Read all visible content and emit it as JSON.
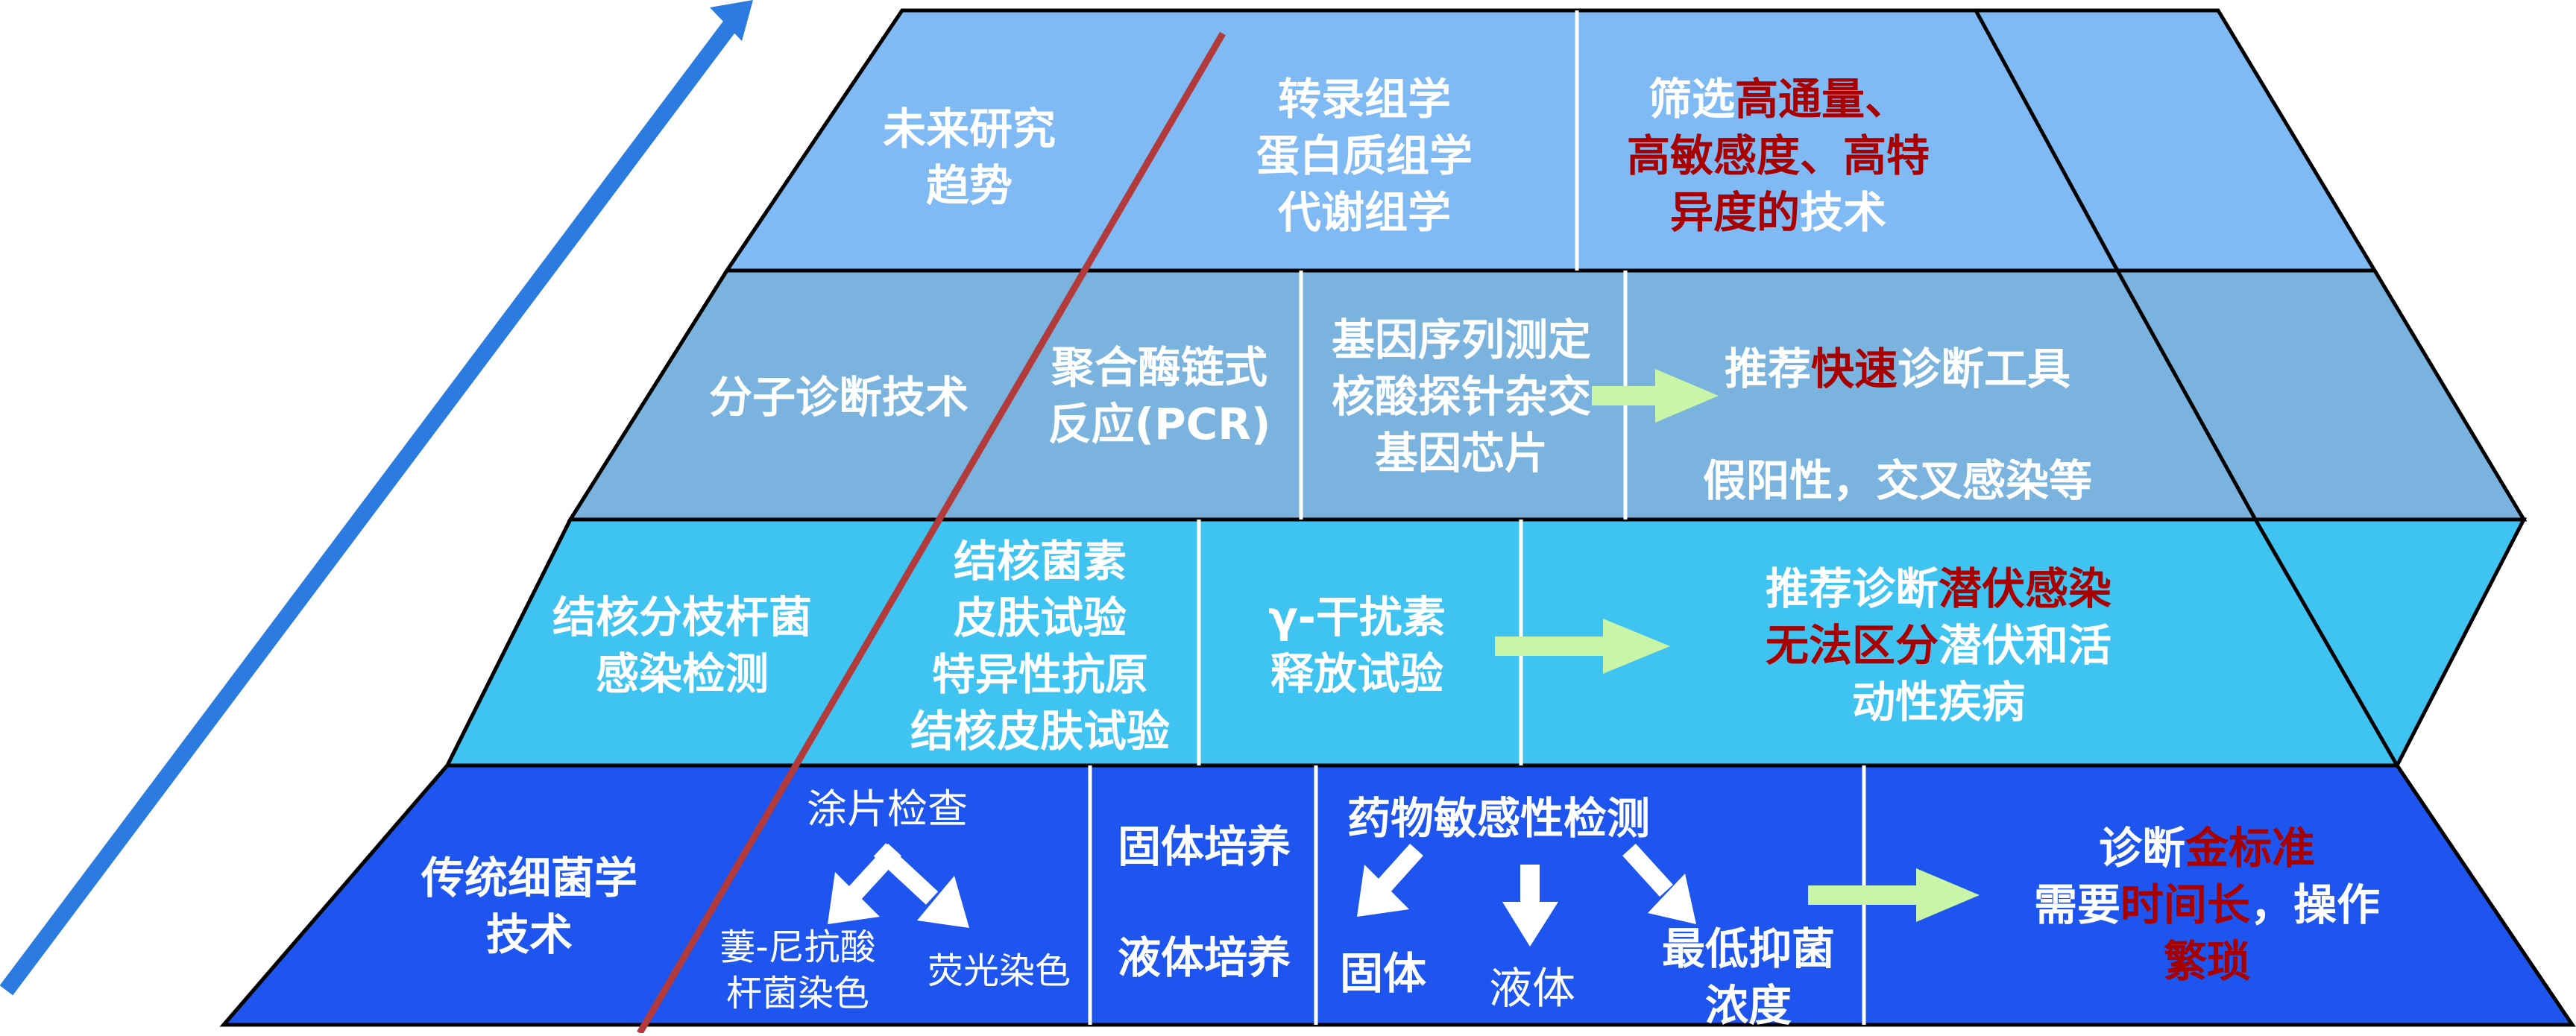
{
  "colors": {
    "tier1": "#7fbaf5",
    "tier2": "#7ab3de",
    "tier3": "#3fc4f2",
    "tier4": "#1e55ef",
    "outline": "#000000",
    "divider": "#ffffff",
    "red_line": "#b23a3a",
    "arrow_blue": "#2b7be0",
    "arrow_green": "#c8f5a8",
    "emphasis": "#a80000"
  },
  "tiers": [
    {
      "title": [
        "未来研究",
        "趋势"
      ],
      "methods": [
        "转录组学",
        "蛋白质组学",
        "代谢组学"
      ],
      "note_lines": [
        [
          {
            "text": "筛选",
            "red": false
          },
          {
            "text": "高通量、",
            "red": true
          }
        ],
        [
          {
            "text": "高敏感度、高特",
            "red": true
          }
        ],
        [
          {
            "text": "异度的",
            "red": true
          },
          {
            "text": "技术",
            "red": false
          }
        ]
      ]
    },
    {
      "title": [
        "分子诊断技术"
      ],
      "method_a": [
        "聚合酶链式",
        "反应(PCR)"
      ],
      "method_b": [
        "基因序列测定",
        "核酸探针杂交",
        "基因芯片"
      ],
      "note_lines": [
        [
          {
            "text": "推荐",
            "red": false
          },
          {
            "text": "快速",
            "red": true
          },
          {
            "text": "诊断工具",
            "red": false
          }
        ],
        [
          {
            "text": "假阳性，交叉感染等",
            "red": false
          }
        ]
      ]
    },
    {
      "title": [
        "结核分枝杆菌",
        "感染检测"
      ],
      "method_a": [
        "结核菌素",
        "皮肤试验",
        "特异性抗原",
        "结核皮肤试验"
      ],
      "method_b": [
        "γ-干扰素",
        "释放试验"
      ],
      "note_lines": [
        [
          {
            "text": "推荐诊断",
            "red": false
          },
          {
            "text": "潜伏感染",
            "red": true
          }
        ],
        [
          {
            "text": "无法区分",
            "red": true
          },
          {
            "text": "潜伏和活",
            "red": false
          }
        ],
        [
          {
            "text": "动性疾病",
            "red": false
          }
        ]
      ]
    },
    {
      "title": [
        "传统细菌学",
        "技术"
      ],
      "smear": {
        "label": "涂片检查",
        "left": [
          "萋-尼抗酸",
          "杆菌染色"
        ],
        "right": "荧光染色"
      },
      "culture": [
        "固体培养",
        "液体培养"
      ],
      "dst": {
        "label": "药物敏感性检测",
        "options": [
          [
            "固体"
          ],
          [
            "液体"
          ],
          [
            "最低抑菌",
            "浓度"
          ]
        ]
      },
      "note_lines": [
        [
          {
            "text": "诊断",
            "red": false
          },
          {
            "text": "金标准",
            "red": true
          }
        ],
        [
          {
            "text": "需要",
            "red": false
          },
          {
            "text": "时间长",
            "red": true
          },
          {
            "text": "，操作",
            "red": false
          }
        ],
        [
          {
            "text": "繁琐",
            "red": true
          }
        ]
      ]
    }
  ]
}
